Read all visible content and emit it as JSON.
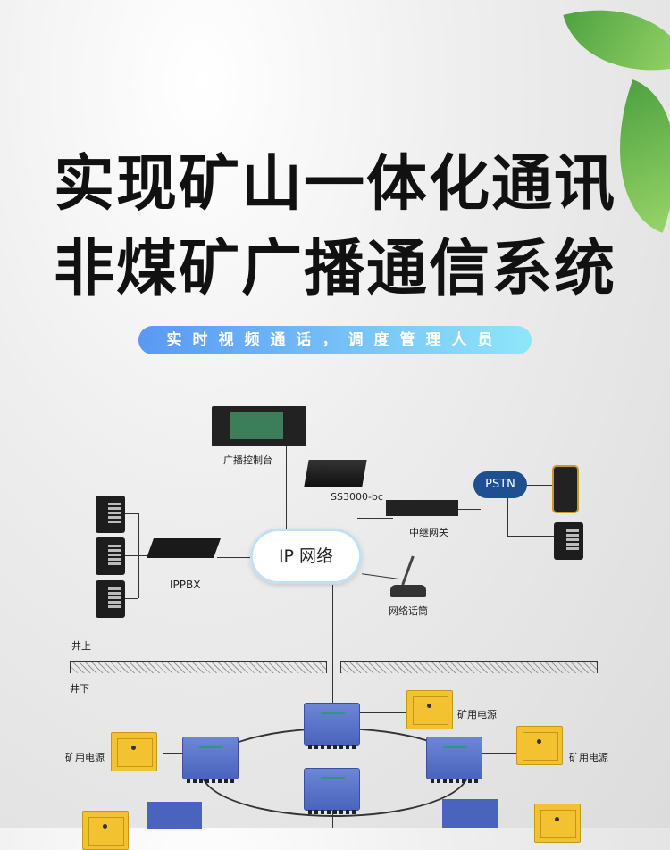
{
  "header": {
    "title_line1": "实现矿山一体化通讯",
    "title_line2": "非煤矿广播通信系统",
    "tagline": "实时视频通话，调度管理人员"
  },
  "diagram": {
    "broadcast_console": "广播控制台",
    "server": "SS3000-bc",
    "pstn": "PSTN",
    "relay_gateway": "中继网关",
    "ip_network": "IP 网络",
    "ippbx": "IPPBX",
    "network_mic": "网络话筒",
    "above_ground": "井上",
    "underground": "井下",
    "mine_power": [
      "矿用电源",
      "矿用电源",
      "矿用电源"
    ]
  },
  "colors": {
    "pill_start": "#5a98f4",
    "pill_end": "#8fe6f9",
    "device_blue": "#5670c8",
    "power_yellow": "#f2c230"
  }
}
